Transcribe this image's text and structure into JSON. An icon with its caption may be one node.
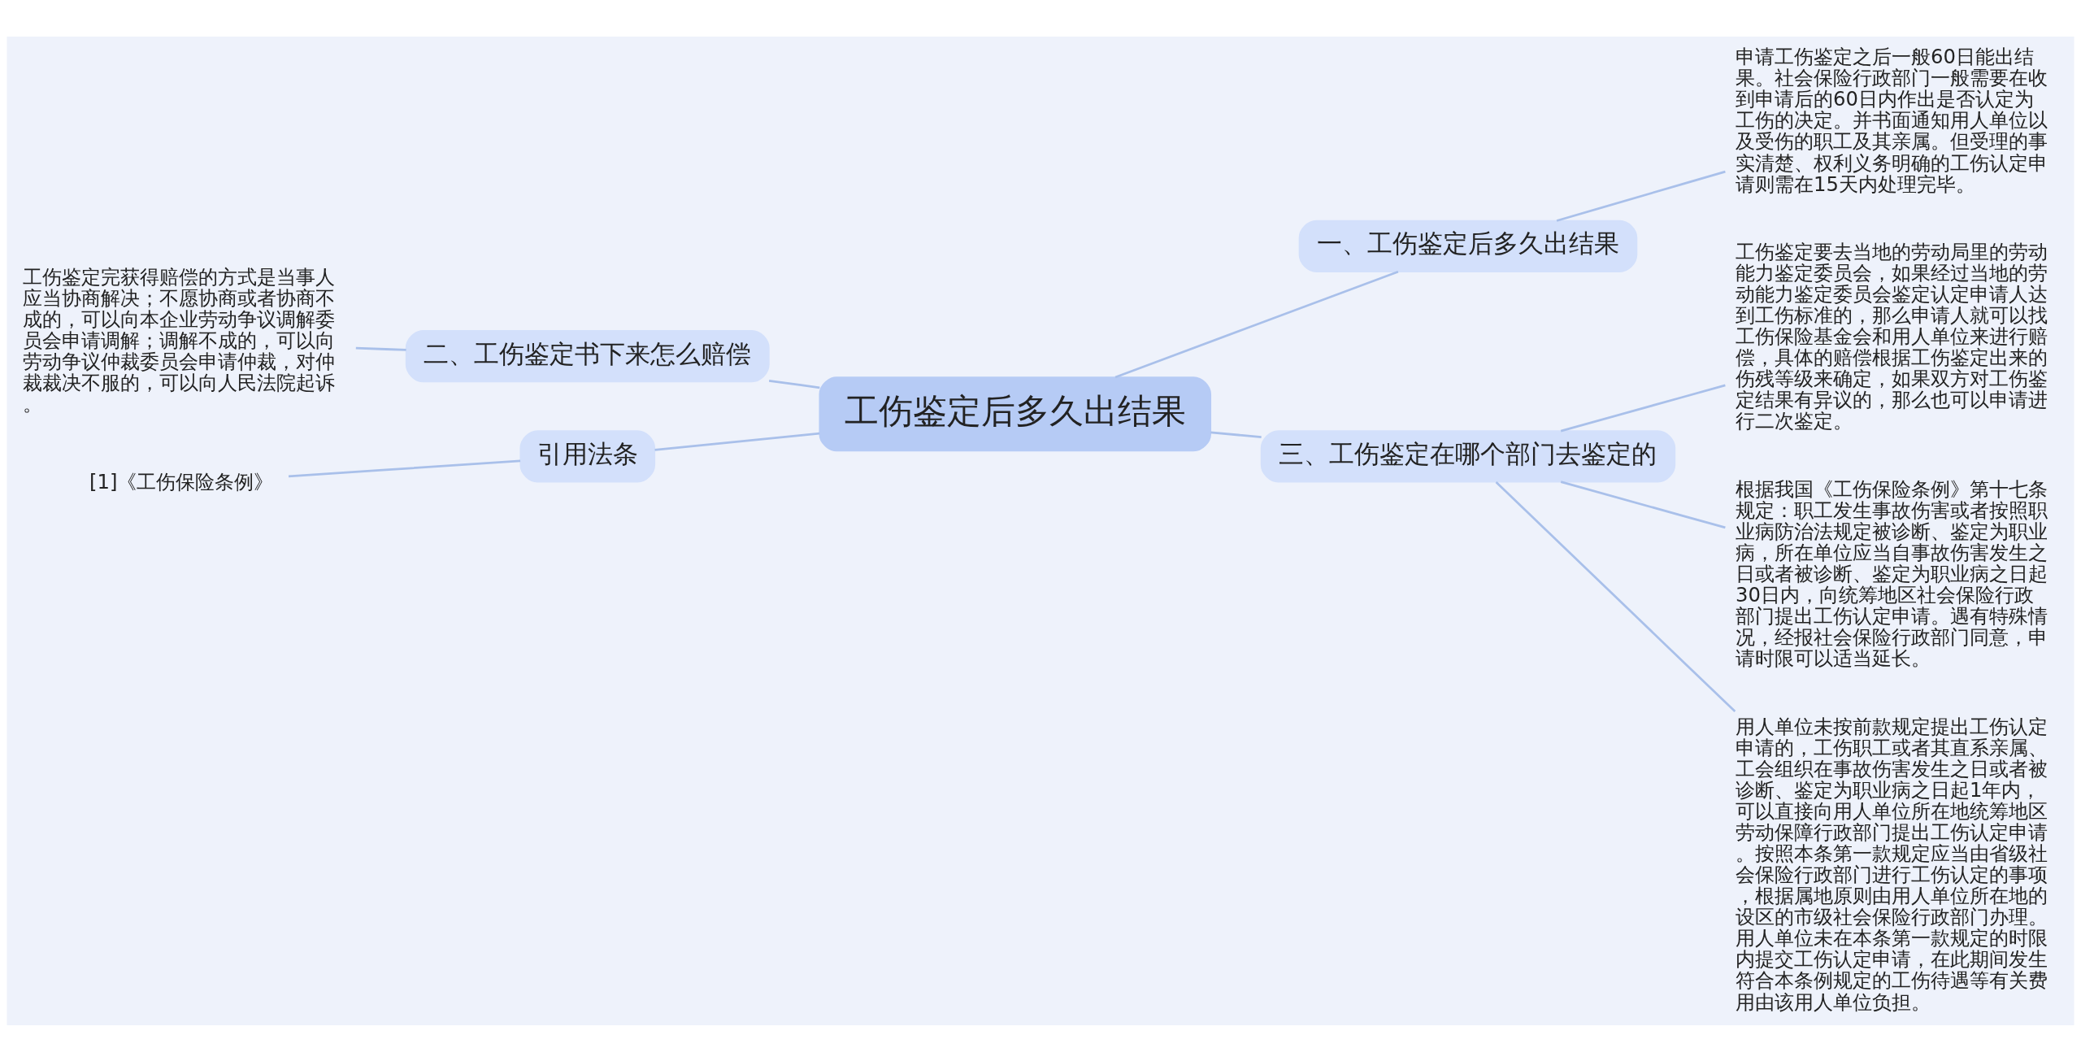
{
  "diagram": {
    "nodes": [
      {
        "text": [
          "工伤鉴定后多久出结果"
        ]
      },
      {
        "text": [
          "一、工伤鉴定后多久出结果"
        ]
      },
      {
        "text": [
          "申请工伤鉴定之后一般60日能出结果。社会保险行政部门一般需要在收到申请后的60日内作出是否认定为工伤的决定。并书面通知用人单位以及受伤的职工及其亲属。但受理的事实清楚、权利义务明确的工伤认定申请则需在15天内处理完毕。"
        ]
      },
      {
        "text": [
          "二、工伤鉴定书下来怎么赔偿"
        ]
      },
      {
        "text": [
          "工伤鉴定完获得赔偿的方式是当事人应当协商解决；不愿协商或者协商不成的，可以向本企业劳动争议调解委员会申请调解；调解不成的，可以向劳动争议仲裁委员会申请仲裁，对仲裁裁决不服的，可以向人民法院起诉。"
        ]
      },
      {
        "text": [
          "引用法条"
        ]
      },
      {
        "text": [
          "[1]《工伤保险条例》"
        ]
      },
      {
        "text": [
          "三、工伤鉴定在哪个部门去鉴定的"
        ]
      },
      {
        "text": [
          "工伤鉴定要去当地的劳动局里的劳动能力鉴定委员会，如果经过当地的劳动能力鉴定委员会鉴定认定申请人达到工伤标准的，那么申请人就可以找工伤保险基金会和用人单位来进行赔偿，具体的赔偿根据工伤鉴定出来的伤残等级来确定，如果双方对工伤鉴定结果有异议的，那么也可以申请进行二次鉴定。"
        ]
      },
      {
        "text": [
          "根据我国《工伤保险条例》第十七条规定：职工发生事故伤害或者按照职业病防治法规定被诊断、鉴定为职业病，所在单位应当自事故伤害发生之日或者被诊断、鉴定为职业病之日起30日内，向统筹地区社会保险行政部门提出工伤认定申请。遇有特殊情况，经报社会保险行政部门同意，申请时限可以适当延长。"
        ]
      },
      {
        "text": [
          "用人单位未按前款规定提出工伤认定申请的，工伤职工或者其直系亲属、工会组织在事故伤害发生之日或者被诊断、鉴定为职业病之日起1年内，可以直接向用人单位所在地统筹地区劳动保障行政部门提出工伤认定申请。按照本条第一款规定应当由省级社会保险行政部门进行工伤认定的事项，根据属地原则由用人单位所在地的设区的市级社会保险行政部门办理。用人单位未在本条第一款规定的时限内提交工伤认定申请，在此期间发生符合本条例规定的工伤待遇等有关费用由该用人单位负担。"
        ]
      }
    ],
    "edges": [
      {
        "from": 0,
        "to": 1,
        "arrow": "none"
      },
      {
        "from": 1,
        "to": 2,
        "arrow": "none"
      },
      {
        "from": 0,
        "to": 3,
        "arrow": "none"
      },
      {
        "from": 3,
        "to": 4,
        "arrow": "none"
      },
      {
        "from": 0,
        "to": 5,
        "arrow": "none"
      },
      {
        "from": 5,
        "to": 6,
        "arrow": "none"
      },
      {
        "from": 0,
        "to": 7,
        "arrow": "none"
      },
      {
        "from": 7,
        "to": 8,
        "arrow": "none"
      },
      {
        "from": 7,
        "to": 9,
        "arrow": "none"
      },
      {
        "from": 7,
        "to": 10,
        "arrow": "none"
      }
    ]
  }
}
